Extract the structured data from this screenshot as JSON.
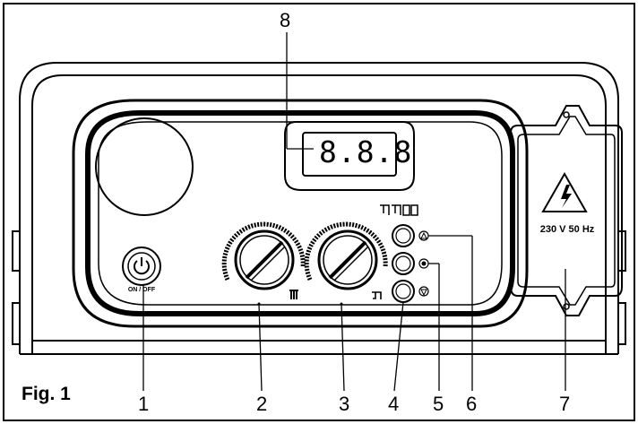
{
  "figure": {
    "label": "Fig. 1"
  },
  "colors": {
    "stroke": "#000000",
    "background": "#ffffff",
    "panel_shadow": "#222222"
  },
  "power_button": {
    "label": "ON / OFF",
    "icon": "power-icon"
  },
  "display": {
    "digits": "8.8.8"
  },
  "voltage_cover": {
    "text": "230 V  50 Hz",
    "icon": "high-voltage-icon"
  },
  "callouts": [
    {
      "id": "1",
      "label": "1"
    },
    {
      "id": "2",
      "label": "2"
    },
    {
      "id": "3",
      "label": "3"
    },
    {
      "id": "4",
      "label": "4"
    },
    {
      "id": "5",
      "label": "5"
    },
    {
      "id": "6",
      "label": "6"
    },
    {
      "id": "7",
      "label": "7"
    },
    {
      "id": "8",
      "label": "8"
    }
  ],
  "icons": {
    "heating_knob": "radiator-icon",
    "dhw_knob": "tap-icon",
    "indicator_top": "triangle-up-icon",
    "indicator_mid": "gear-icon",
    "indicator_bottom": "triangle-down-icon"
  }
}
